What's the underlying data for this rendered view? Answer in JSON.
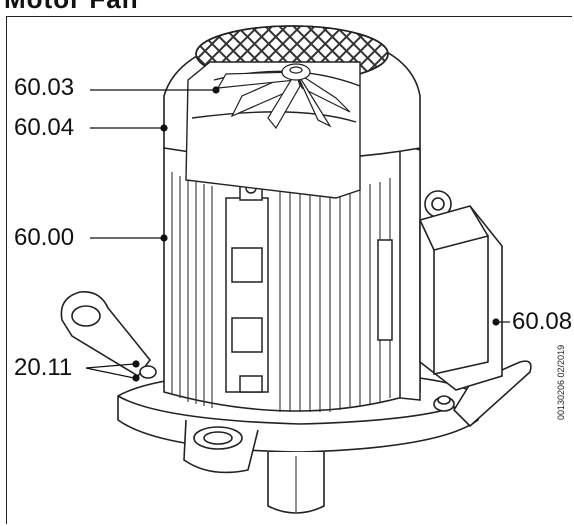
{
  "header": {
    "title": "Motor Fan"
  },
  "callouts": {
    "fan": "60.03",
    "fan_cover": "60.04",
    "motor": "60.00",
    "terminal_box": "60.08",
    "screws": "20.11"
  },
  "document_ref": "00130206 02/2019"
}
